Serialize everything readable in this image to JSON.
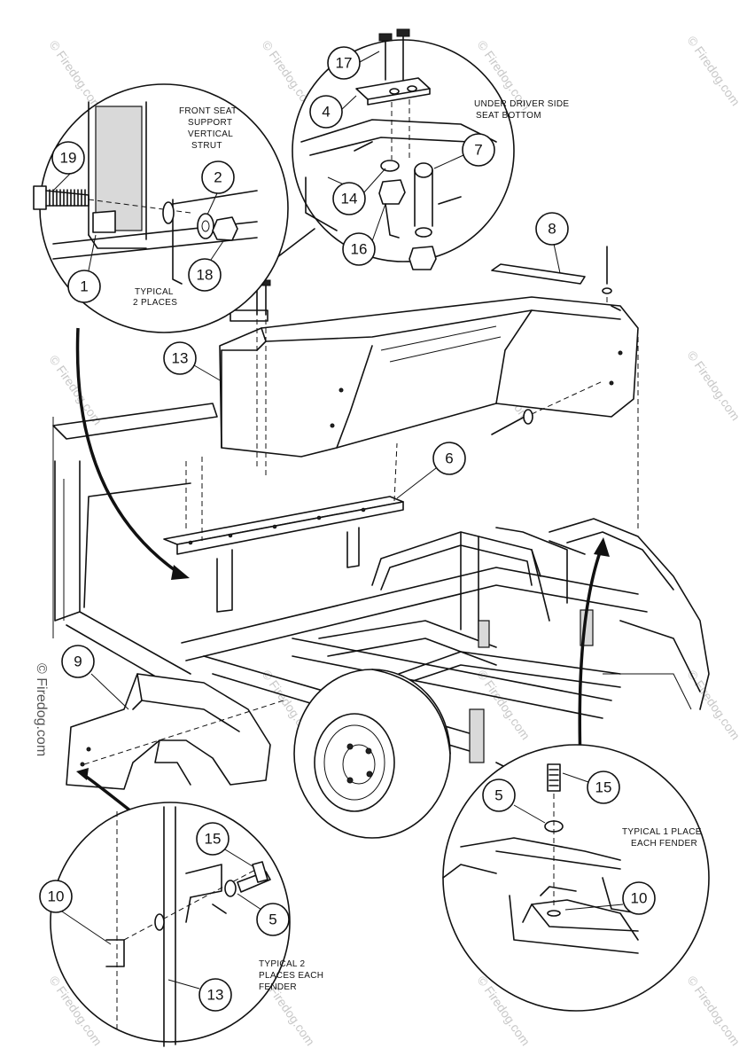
{
  "callouts": [
    {
      "id": "c17",
      "label": "17"
    },
    {
      "id": "c4",
      "label": "4"
    },
    {
      "id": "c7",
      "label": "7"
    },
    {
      "id": "c14",
      "label": "14"
    },
    {
      "id": "c16",
      "label": "16"
    },
    {
      "id": "c19",
      "label": "19"
    },
    {
      "id": "c2",
      "label": "2"
    },
    {
      "id": "c18",
      "label": "18"
    },
    {
      "id": "c1",
      "label": "1"
    },
    {
      "id": "c8",
      "label": "8"
    },
    {
      "id": "c13a",
      "label": "13"
    },
    {
      "id": "c6",
      "label": "6"
    },
    {
      "id": "c9",
      "label": "9"
    },
    {
      "id": "c5a",
      "label": "5"
    },
    {
      "id": "c15a",
      "label": "15"
    },
    {
      "id": "c10a",
      "label": "10"
    },
    {
      "id": "c10b",
      "label": "10"
    },
    {
      "id": "c15b",
      "label": "15"
    },
    {
      "id": "c5b",
      "label": "5"
    },
    {
      "id": "c13b",
      "label": "13"
    }
  ],
  "notes": {
    "front_seat_1": "FRONT SEAT",
    "front_seat_2": "SUPPORT",
    "front_seat_3": "VERTICAL",
    "front_seat_4": "STRUT",
    "typical2_1": "TYPICAL",
    "typical2_2": "2 PLACES",
    "under_driver_1": "UNDER DRIVER SIDE",
    "under_driver_2": "SEAT BOTTOM",
    "typ1fender_1": "TYPICAL 1 PLACE",
    "typ1fender_2": "EACH FENDER",
    "typ2fender_1": "TYPICAL 2",
    "typ2fender_2": "PLACES EACH",
    "typ2fender_3": "FENDER"
  },
  "watermark": {
    "text": "© Firedog.com",
    "side_text": "© Firedog.com"
  }
}
